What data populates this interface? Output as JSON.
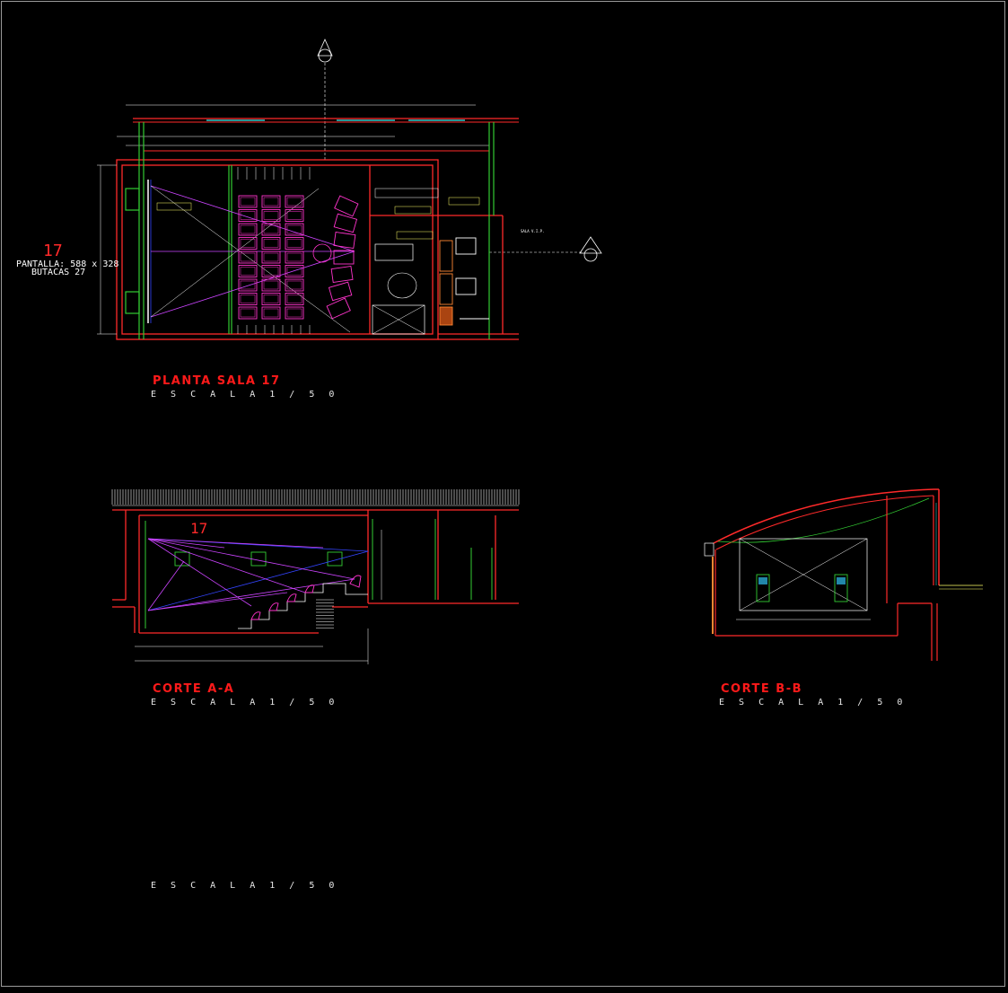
{
  "plan": {
    "room_number": "17",
    "screen_label": "PANTALLA: 588 x 328",
    "seats_label": "BUTACAS 27",
    "room_label": "SALA V.I.P.",
    "title": "PLANTA SALA 17",
    "scale": "E S C A L A  1 / 5 0"
  },
  "section_a": {
    "room_number": "17",
    "title": "CORTE A-A",
    "scale": "E S C A L A  1 / 5 0"
  },
  "section_b": {
    "title": "CORTE B-B",
    "scale": "E S C A L A  1 / 5 0"
  },
  "footer": {
    "scale": "E S C A L A  1 / 5 0"
  },
  "colors": {
    "background": "#000000",
    "wall": "#ff2a2a",
    "seat": "#ff33cc",
    "projection": "#cc44ff",
    "dimension": "#ffffff",
    "column": "#33cc33",
    "label": "#ffff66",
    "glass": "#33cccc",
    "accent_blue": "#3344ff"
  }
}
